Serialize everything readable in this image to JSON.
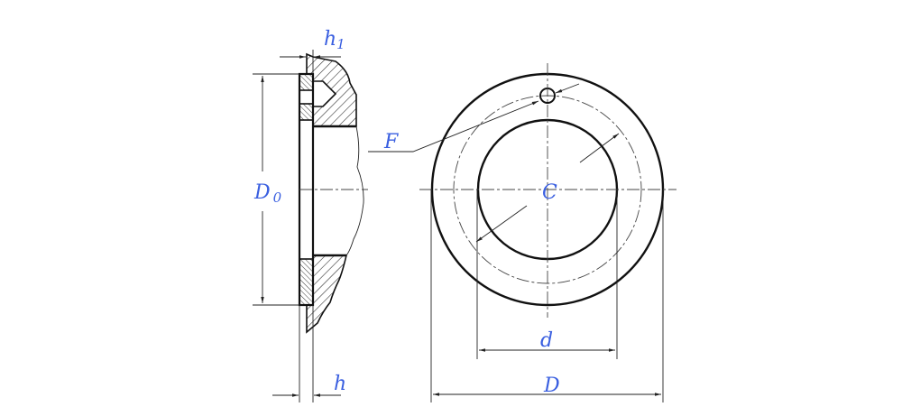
{
  "colors": {
    "label": "#3a5fe0",
    "line": "#111111"
  },
  "labels": {
    "h1_main": "h",
    "h1_sub": "1",
    "D0_main": "D",
    "D0_sub": "0",
    "F": "F",
    "C": "C",
    "d": "d",
    "h": "h",
    "D": "D"
  }
}
